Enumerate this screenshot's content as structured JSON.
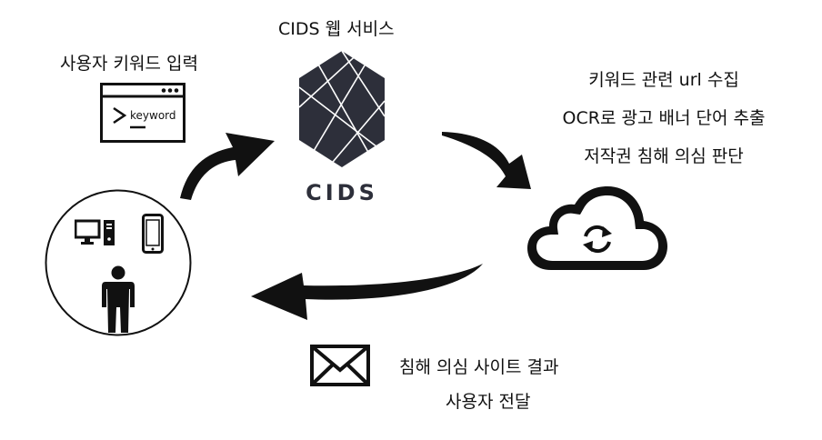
{
  "title": "CIDS 웹 서비스",
  "input_label": "사용자 키워드 입력",
  "terminal_text": "keyword",
  "logo_text": "CIDS",
  "process_lines": [
    "키워드 관련 url 수집",
    "OCR로 광고 배너 단어 추출",
    "저작권 침해 의심 판단"
  ],
  "result_lines": [
    "침해 의심 사이트 결과",
    "사용자 전달"
  ],
  "icons": [
    "terminal-icon",
    "hexagon-logo-icon",
    "cloud-sync-icon",
    "mail-icon",
    "desktop-computer-icon",
    "smartphone-icon",
    "person-icon",
    "curved-arrow-icon"
  ],
  "colors": {
    "logo": "#2d2f3a",
    "ink": "#111111"
  }
}
